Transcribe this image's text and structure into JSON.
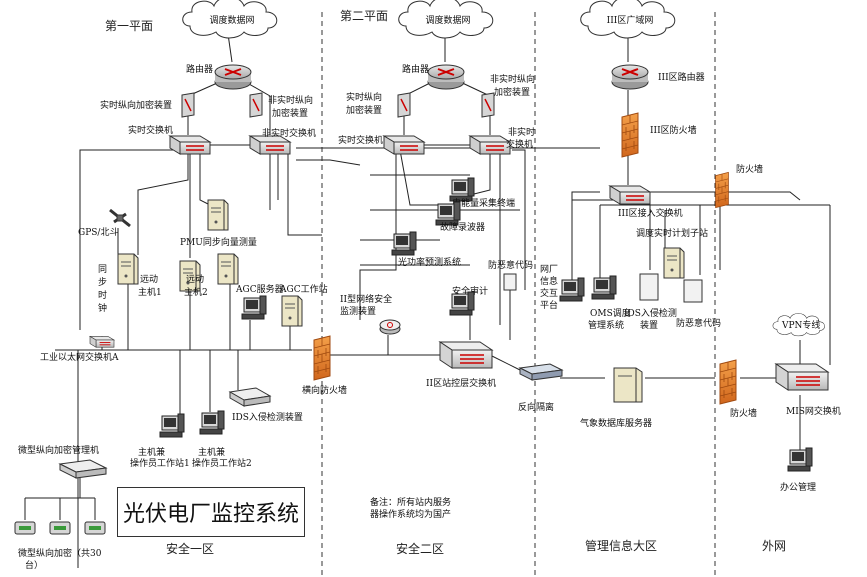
{
  "zones": {
    "zone1": "安全一区",
    "zone2": "安全二区",
    "zone3": "管理信息大区",
    "zone4": "外网"
  },
  "planes": {
    "plane1": "第一平面",
    "plane2": "第二平面"
  },
  "clouds": {
    "dispatch1": "调度数据网",
    "dispatch2": "调度数据网",
    "wan3": "III区广域网"
  },
  "system_title": "光伏电厂监控系统",
  "note": {
    "line1": "备注：所有站内服务",
    "line2": "器操作系统均为国产"
  },
  "labels": {
    "router1": "路由器",
    "rt_encrypt1": "实时纵向加密装置",
    "nrt_encrypt1_a": "非实时纵向",
    "nrt_encrypt1_b": "加密装置",
    "rt_switch1": "实时交换机",
    "nrt_switch1": "非实时交换机",
    "router2": "路由器",
    "rt_encrypt2_a": "实时纵向",
    "rt_encrypt2_b": "加密装置",
    "nrt_encrypt2_a": "非实时纵向",
    "nrt_encrypt2_b": "加密装置",
    "rt_switch2": "实时交换机",
    "nrt_switch2_a": "非实时",
    "nrt_switch2_b": "交换机",
    "meter": "电能量采集终端",
    "fault_rec": "故障录波器",
    "power_pred": "光功率预测系统",
    "anti_virus": "防恶意代码",
    "sec_audit": "安全审计",
    "ii_monitor_a": "II型网络安全",
    "ii_monitor_b": "监测装置",
    "ii_switch": "II区站控层交换机",
    "reverse_iso": "反向隔离",
    "gps": "GPS/北斗",
    "sync_clock": [
      "同",
      "步",
      "时",
      "钟"
    ],
    "pmu": "PMU同步向量测量",
    "host1_a": "远动",
    "host1_b": "主机1",
    "host2_a": "远动",
    "host2_b": "主机2",
    "agc_server": "AGC服务器",
    "agc_ws": "AGC工作站",
    "ind_switch": "工业以太网交换机A",
    "h_firewall": "横向防火墙",
    "ids1": "IDS入侵检测装置",
    "ws1_a": "主机兼",
    "ws1_b": "操作员工作站1",
    "ws2_a": "主机兼",
    "ws2_b": "操作员工作站2",
    "micro_mgr": "微型纵向加密管理机",
    "micro_enc": "微型纵向加密（共30",
    "micro_enc_b": "台）",
    "iii_router": "III区路由器",
    "iii_fw": "III区防火墙",
    "iii_switch": "III区接入交换机",
    "plan_station": "调度实时计划子站",
    "oms_a": "OMS调度",
    "oms_b": "管理系统",
    "ids3_a": "IDS入侵检测",
    "ids3_b": "装置",
    "anti_virus3": "防恶意代码",
    "info_a": "网厂",
    "info_b": "信息",
    "info_c": "交互",
    "info_d": "平台",
    "weather": "气象数据库服务器",
    "fw_out_top": "防火墙",
    "fw_out_bottom": "防火墙",
    "vpn": "VPN专线",
    "mis_switch": "MIS网交换机",
    "office": "办公管理"
  }
}
